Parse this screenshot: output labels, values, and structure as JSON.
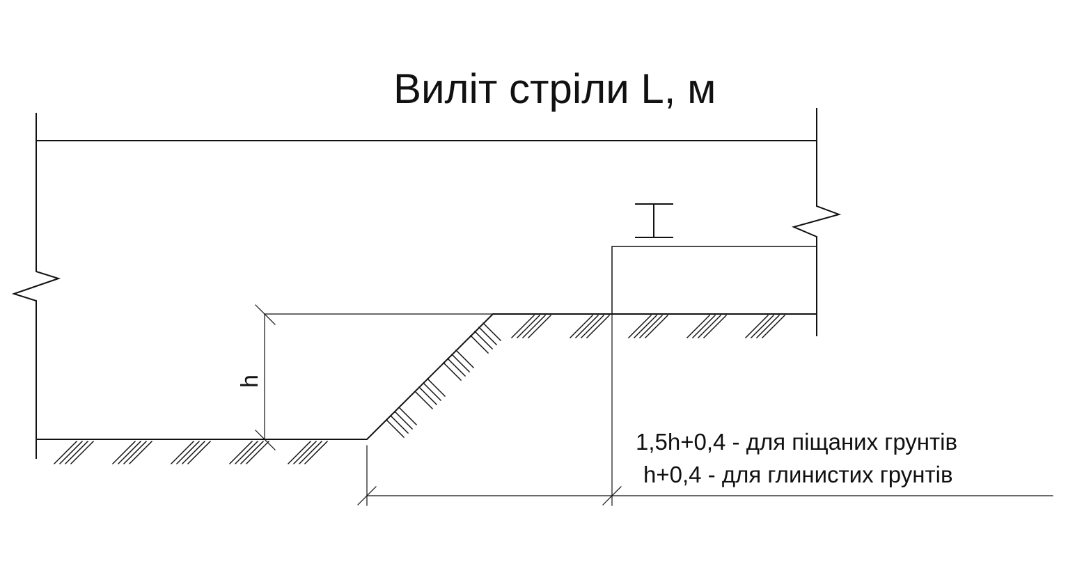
{
  "title": "Виліт стріли L, м",
  "height_label": "h",
  "notes": [
    "1,5h+0,4 - для піщаних грунтів",
    "h+0,4 - для глинистих грунтів"
  ],
  "colors": {
    "line": "#111111",
    "background": "#ffffff"
  },
  "icons": [
    "break-mark-icon",
    "i-beam-icon",
    "ground-hatch-icon",
    "dimension-tick-icon"
  ]
}
